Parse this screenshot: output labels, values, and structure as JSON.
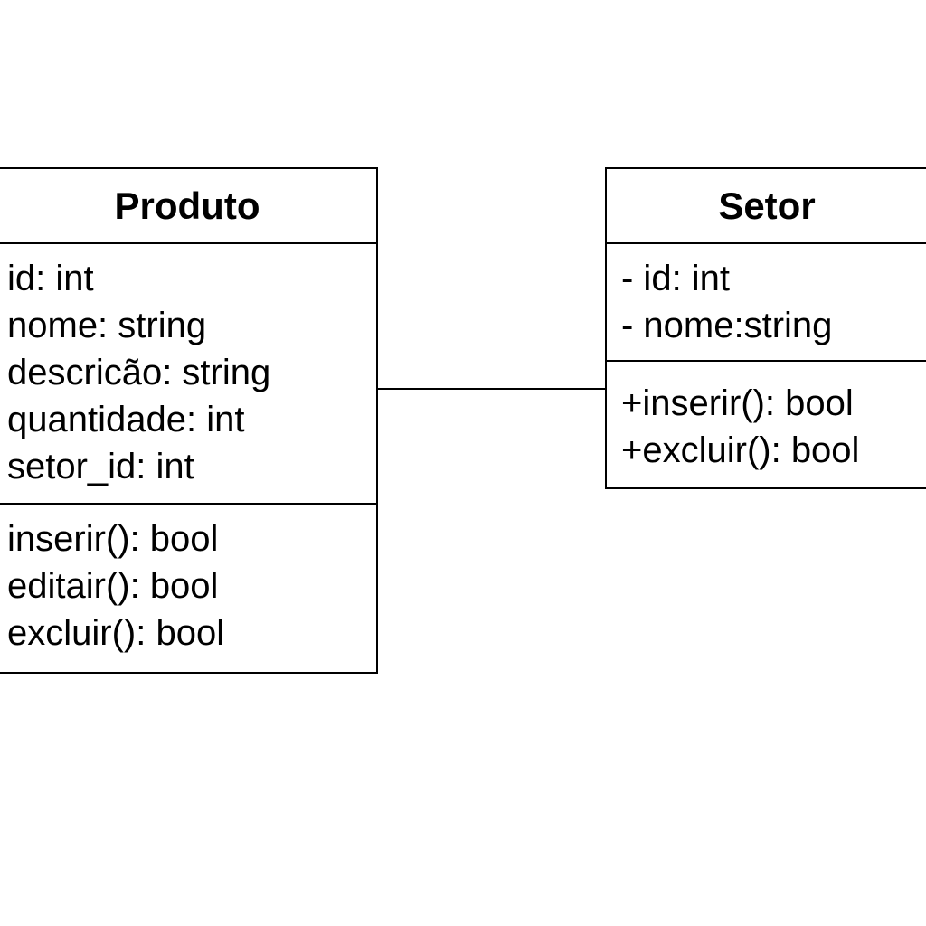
{
  "diagram": {
    "classes": [
      {
        "name": "Produto",
        "attributes": [
          "id: int",
          "nome: string",
          "descricão: string",
          "quantidade: int",
          "setor_id: int"
        ],
        "methods": [
          "inserir(): bool",
          "editair(): bool",
          "excluir(): bool"
        ]
      },
      {
        "name": "Setor",
        "attributes": [
          "- id: int",
          "- nome:string"
        ],
        "methods": [
          "+inserir(): bool",
          "+excluir(): bool"
        ]
      }
    ],
    "line_color": "#000000",
    "background_color": "#ffffff"
  }
}
